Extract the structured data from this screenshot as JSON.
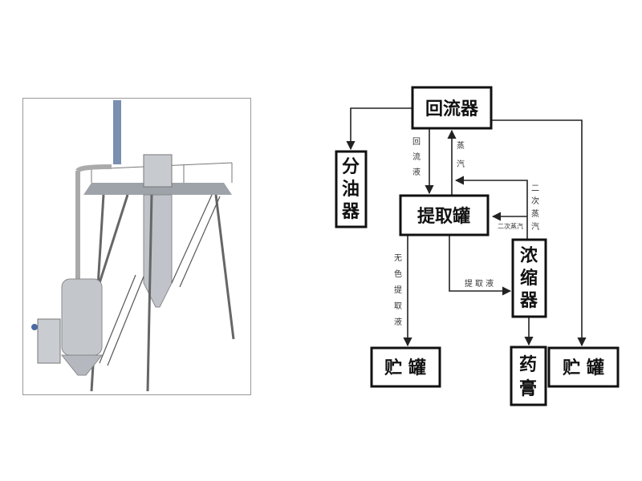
{
  "nodes": {
    "reflux": "回流器",
    "oil_separator": [
      "分",
      "油",
      "器"
    ],
    "extraction_tank": "提取罐",
    "concentrator": [
      "浓",
      "缩",
      "器"
    ],
    "storage_left": "贮 罐",
    "paste": [
      "药",
      "膏"
    ],
    "storage_right": "贮 罐"
  },
  "edge_labels": {
    "reflux_liquid": [
      "回",
      "流",
      "液"
    ],
    "steam": [
      "蒸",
      "汽"
    ],
    "secondary_steam_vertical": [
      "二",
      "次",
      "蒸",
      "汽"
    ],
    "secondary_steam_horizontal": "二次蒸汽",
    "colorless_extract": [
      "无",
      "色",
      "提",
      "取",
      "液"
    ],
    "extract": "提 取 液"
  },
  "colors": {
    "line": "#222222",
    "box": "#111111",
    "photo_frame": "#9a9a9a",
    "steel": "#b8bcc2"
  }
}
